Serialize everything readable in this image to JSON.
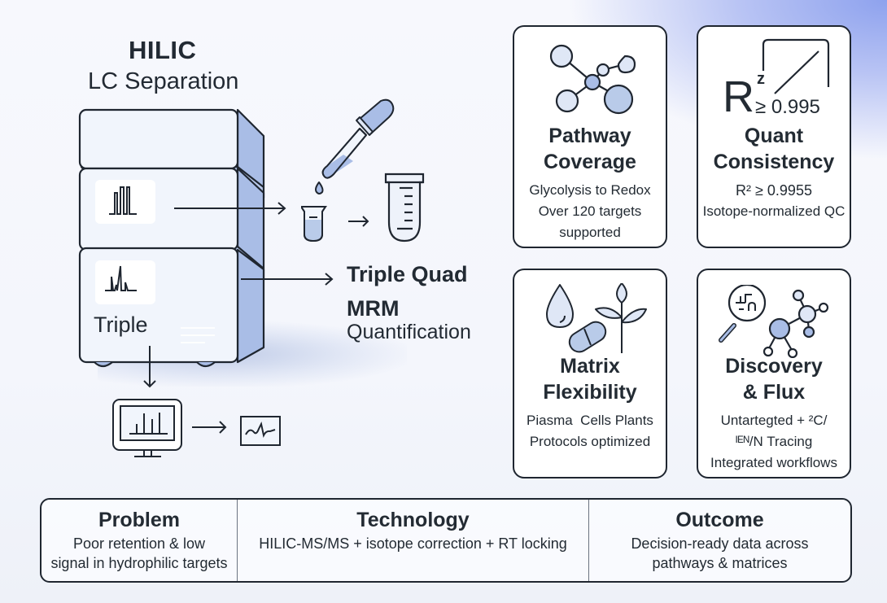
{
  "colors": {
    "ink": "#1f2630",
    "accent_fill": "#a9bde6",
    "light_fill": "#dfe7f6",
    "panel_fill": "#f1f5fc",
    "bg_gradient_corner": "#8ea2ee"
  },
  "workflow": {
    "lc_title": "HILIC",
    "lc_subtitle": "LC Separation",
    "instrument_label": "Triple",
    "ms_title": "Triple Quad",
    "ms_line2": "MRM",
    "ms_line3": "Quantification",
    "icons": [
      "lc-stack-icon",
      "chromatogram-icon",
      "mrm-spectrum-icon",
      "dropper-icon",
      "sample-vial-icon",
      "graduated-tube-icon",
      "monitor-spectrum-icon",
      "signal-trace-icon",
      "arrow-right-icon",
      "arrow-down-icon"
    ]
  },
  "cards": [
    {
      "id": "pathway-coverage",
      "icon": "network-nodes-icon",
      "title_lines": [
        "Pathway",
        "Coverage"
      ],
      "body_lines": [
        "Glycolysis to Redox",
        "Over 120 targets",
        "supported"
      ]
    },
    {
      "id": "quant-consistency",
      "icon": "calibration-curve-icon",
      "icon_text": {
        "r": "R",
        "sup": "z",
        "value": "≥ 0.995"
      },
      "title_lines": [
        "Quant",
        "Consistency"
      ],
      "body_lines": [
        "R² ≥ 0.9955",
        "Isotope-normalized QC"
      ]
    },
    {
      "id": "matrix-flexibility",
      "icon": "drop-pill-leaf-icon",
      "title_lines": [
        "Matrix",
        "Flexibility"
      ],
      "body_lines": [
        "Piasma  Cells Plants",
        "Protocols optimized"
      ]
    },
    {
      "id": "discovery-flux",
      "icon": "magnifier-network-icon",
      "title_lines": [
        "Discovery",
        "& Flux"
      ],
      "body_lines": [
        "Untartegted + ²C/",
        "ᴵᴱᴺ/N Tracing",
        "Integrated workflows"
      ]
    }
  ],
  "summary": [
    {
      "title": "Problem",
      "body_lines": [
        "Poor retention & low",
        "signal in hydrophilic targets"
      ]
    },
    {
      "title": "Technology",
      "body_lines": [
        "HILIC-MS/MS + isotope correction + RT locking"
      ]
    },
    {
      "title": "Outcome",
      "body_lines": [
        "Decision-ready data across",
        "pathways & matrices"
      ]
    }
  ]
}
